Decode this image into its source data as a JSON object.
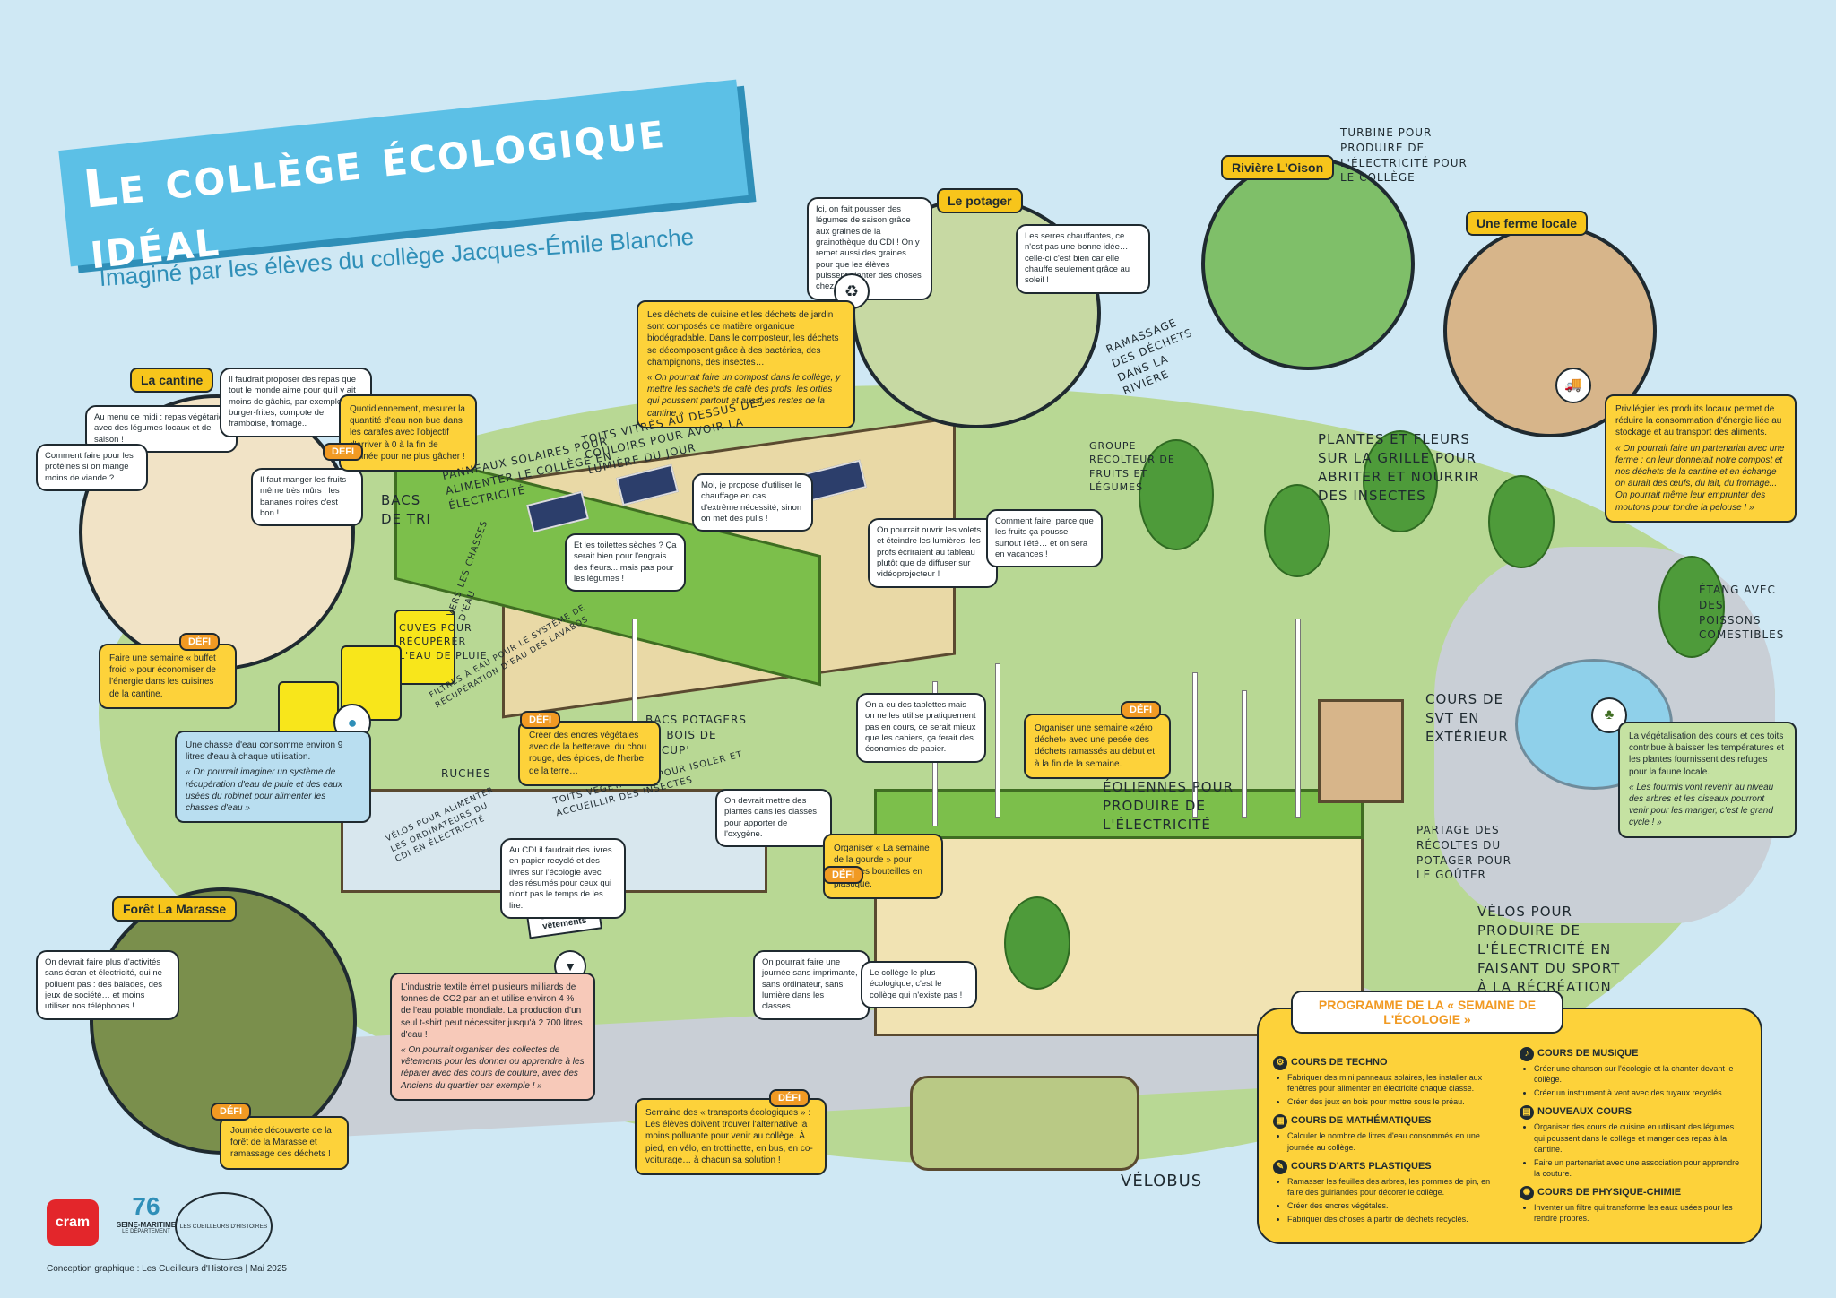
{
  "header": {
    "title": "Le collège écologique idéal",
    "subtitle": "Imaginé par les élèves du collège Jacques-Émile Blanche"
  },
  "defi_label": "DÉFI",
  "cantine": {
    "tag": "La cantine",
    "bubble1": "Au menu ce midi : repas végétarien avec des légumes locaux et de saison !",
    "bubble2": "Il faudrait proposer des repas que tout le monde aime pour qu'il y ait moins de gâchis, par exemple : burger-frites, compote de framboise, fromage..",
    "bubble3": "Comment faire pour les protéines si on mange moins de viande ?",
    "bubble4": "Il faut manger les fruits même très mûrs : les bananes noires c'est bon !",
    "defi_eau": "Quotidiennement, mesurer la quantité d'eau non bue dans les carafes avec l'objectif d'arriver à 0 à la fin de l'année pour ne plus gâcher !",
    "defi_buffet": "Faire une semaine « buffet froid » pour économiser de l'énergie dans les cuisines de la cantine."
  },
  "potager": {
    "tag": "Le potager",
    "bubble1": "Ici, on fait pousser des légumes de saison grâce aux graines de la grainothèque du CDI ! On y remet aussi des graines pour que les élèves puissent planter des choses chez eux.",
    "bubble2": "Les serres chauffantes, ce n'est pas une bonne idée… celle-ci c'est bien car elle chauffe seulement grâce au soleil !",
    "info": "Les déchets de cuisine et les déchets de jardin sont composés de matière organique biodégradable. Dans le composteur, les déchets se décomposent grâce à des bactéries, des champignons, des insectes…",
    "quote": "« On pourrait faire un compost dans le collège, y mettre les sachets de café des profs, les orties qui poussent partout et aussi les restes de la cantine »"
  },
  "riviere": {
    "tag": "Rivière L'Oison",
    "turbine": "Turbine pour produire de l'électricité pour le collège",
    "ramassage": "Ramassage des déchets dans la rivière"
  },
  "ferme": {
    "tag": "Une ferme locale",
    "info": "Privilégier les produits locaux permet de réduire la consommation d'énergie liée au stockage et au transport des aliments.",
    "quote": "« On pourrait faire un partenariat avec une ferme : on leur donnerait notre compost et nos déchets de la cantine et en échange on aurait des œufs, du lait, du fromage... On pourrait même leur emprunter des moutons pour tondre la pelouse ! »"
  },
  "labels": {
    "bacs_tri": "Bacs de tri",
    "toits_vitres": "Toits vitrés au dessus des couloirs pour avoir la lumière du jour",
    "panneaux": "Panneaux solaires pour alimenter le collège en électricité",
    "chasse_eau": "Vers les chasses d'eau",
    "cuves": "Cuves pour récupérer l'eau de pluie",
    "filtres": "Filtres à eau pour le système de récupération d'eau des lavabos",
    "ruches": "Ruches",
    "bacs_potagers": "Bacs potagers en bois de récup'",
    "toits_vegetalises": "Toits végétalisés pour isoler et accueillir des insectes",
    "velos_cdi": "Vélos pour alimenter les ordinateurs du CDI en électricité",
    "groupe_recolteur": "Groupe récolteur de fruits et légumes",
    "plantes_fleurs": "Plantes et fleurs sur la grille pour abriter et nourrir des insectes",
    "etang": "Étang avec des poissons comestibles",
    "cours_svt": "Cours de SVT en extérieur",
    "eoliennes": "Éoliennes pour produire de l'électricité",
    "partage": "Partage des récoltes du potager pour le goûter",
    "velos_sport": "Vélos pour produire de l'électricité en faisant du sport à la récréation",
    "velobus": "Vélobus",
    "collecte": "Collecte de vêtements"
  },
  "bubbles": {
    "chauffage": "Moi, je propose d'utiliser le chauffage en cas d'extrême nécessité, sinon on met des pulls !",
    "toilettes": "Et les toilettes sèches ? Ça serait bien pour l'engrais des fleurs... mais pas pour les légumes !",
    "volets": "On pourrait ouvrir les volets et éteindre les lumières, les profs écriraient au tableau plutôt que de diffuser sur vidéoprojecteur !",
    "fruits": "Comment faire, parce que les fruits ça pousse surtout l'été… et on sera en vacances !",
    "tablettes": "On a eu des tablettes mais on ne les utilise pratiquement pas en cours, ce serait mieux que les cahiers, ça ferait des économies de papier.",
    "plantes_classes": "On devrait mettre des plantes dans les classes pour apporter de l'oxygène.",
    "cdi_livres": "Au CDI il faudrait des livres en papier recyclé et des livres sur l'écologie avec des résumés pour ceux qui n'ont pas le temps de les lire.",
    "journee": "On pourrait faire une journée sans imprimante, sans ordinateur, sans lumière dans les classes…",
    "plus_ecolo": "Le collège le plus écologique, c'est le collège qui n'existe pas !",
    "foret": "On devrait faire plus d'activités sans écran et électricité, qui ne polluent pas : des balades, des jeux de société… et moins utiliser nos téléphones !"
  },
  "defis": {
    "encres": "Créer des encres végétales avec de la betterave, du chou rouge, des épices, de l'herbe, de la terre…",
    "zero_dechet": "Organiser une semaine «zéro déchet» avec une pesée des déchets ramassés au début et à la fin de la semaine.",
    "gourde": "Organiser « La semaine de la gourde » pour éviter les bouteilles en plastique.",
    "transports": "Semaine des « transports écologiques » : Les élèves doivent trouver l'alternative la moins polluante pour venir au collège. À pied, en vélo, en trottinette, en bus, en co-voiturage… à chacun sa solution !",
    "foret": "Journée découverte de la forêt de la Marasse et ramassage des déchets !"
  },
  "chasse_box": {
    "info": "Une chasse d'eau consomme environ 9 litres d'eau à chaque utilisation.",
    "quote": "« On pourrait imaginer un système de récupération d'eau de pluie et des eaux usées du robinet pour alimenter les chasses d'eau »"
  },
  "vegetal_box": {
    "info": "La végétalisation des cours et des toits contribue à baisser les températures et les plantes fournissent des refuges pour la faune locale.",
    "quote": "« Les fourmis vont revenir au niveau des arbres et les oiseaux pourront venir pour les manger, c'est le grand cycle ! »"
  },
  "textile_box": {
    "info": "L'industrie textile émet plusieurs milliards de tonnes de CO2 par an et utilise environ 4 % de l'eau potable mondiale. La production d'un seul t-shirt peut nécessiter jusqu'à 2 700 litres d'eau !",
    "quote": "« On pourrait organiser des collectes de vêtements pour les donner ou apprendre à les réparer avec des cours de couture, avec des Anciens du quartier par exemple ! »"
  },
  "foret": {
    "tag": "Forêt La Marasse"
  },
  "programme": {
    "title": "PROGRAMME DE LA « SEMAINE DE L'ÉCOLOGIE »",
    "techno": {
      "title": "COURS DE TECHNO",
      "items": [
        "Fabriquer des mini panneaux solaires, les installer aux fenêtres pour alimenter en électricité chaque classe.",
        "Créer des jeux en bois pour mettre sous le préau."
      ]
    },
    "maths": {
      "title": "COURS DE MATHÉMATIQUES",
      "items": [
        "Calculer le nombre de litres d'eau consommés en une journée au collège."
      ]
    },
    "arts": {
      "title": "COURS D'ARTS PLASTIQUES",
      "items": [
        "Ramasser les feuilles des arbres, les pommes de pin, en faire des guirlandes pour décorer le collège.",
        "Créer des encres végétales.",
        "Fabriquer des choses à partir de déchets recyclés."
      ]
    },
    "musique": {
      "title": "COURS DE MUSIQUE",
      "items": [
        "Créer une chanson sur l'écologie et la chanter devant le collège.",
        "Créer un instrument à vent avec des tuyaux recyclés."
      ]
    },
    "nouveaux": {
      "title": "NOUVEAUX COURS",
      "items": [
        "Organiser des cours de cuisine en utilisant des légumes qui poussent dans le collège et manger ces repas à la cantine.",
        "Faire un partenariat avec une association pour apprendre la couture."
      ]
    },
    "physique": {
      "title": "COURS DE PHYSIQUE-CHIMIE",
      "items": [
        "Inventer un filtre qui transforme les eaux usées pour les rendre propres."
      ]
    }
  },
  "footer": {
    "logo_cram": "cram",
    "logo_76": "76",
    "logo_dept": "SEINE-MARITIME",
    "logo_dept_sub": "LE DÉPARTEMENT",
    "logo_cueilleurs": "LES CUEILLEURS D'HISTOIRES",
    "credit": "Conception graphique : Les Cueilleurs d'Histoires | Mai 2025"
  },
  "colors": {
    "sky": "#cfe8f4",
    "banner": "#5cc0e6",
    "defi": "#f19a23",
    "yellow": "#fdd23a",
    "grass": "#b8d894"
  }
}
